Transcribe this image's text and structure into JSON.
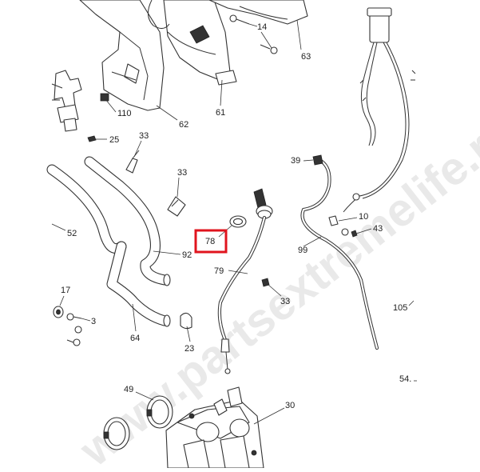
{
  "watermark": "www.partsextremelife.ru",
  "highlight_color": "#e0141e",
  "highlight_label_index": 6,
  "labels": [
    {
      "id": "14a",
      "text": "14"
    },
    {
      "id": "63",
      "text": "63"
    },
    {
      "id": "110",
      "text": "110"
    },
    {
      "id": "61",
      "text": "61"
    },
    {
      "id": "62",
      "text": "62"
    },
    {
      "id": "25",
      "text": "25"
    },
    {
      "id": "78",
      "text": "78"
    },
    {
      "id": "33a",
      "text": "33"
    },
    {
      "id": "33b",
      "text": "33"
    },
    {
      "id": "39",
      "text": "39"
    },
    {
      "id": "52",
      "text": "52"
    },
    {
      "id": "92",
      "text": "92"
    },
    {
      "id": "79",
      "text": "79"
    },
    {
      "id": "10",
      "text": "10"
    },
    {
      "id": "43",
      "text": "43"
    },
    {
      "id": "99",
      "text": "99"
    },
    {
      "id": "17",
      "text": "17"
    },
    {
      "id": "33c",
      "text": "33"
    },
    {
      "id": "105",
      "text": "105"
    },
    {
      "id": "3",
      "text": "3"
    },
    {
      "id": "64",
      "text": "64"
    },
    {
      "id": "23",
      "text": "23"
    },
    {
      "id": "54",
      "text": "54."
    },
    {
      "id": "49",
      "text": "49"
    },
    {
      "id": "30",
      "text": "30"
    }
  ]
}
